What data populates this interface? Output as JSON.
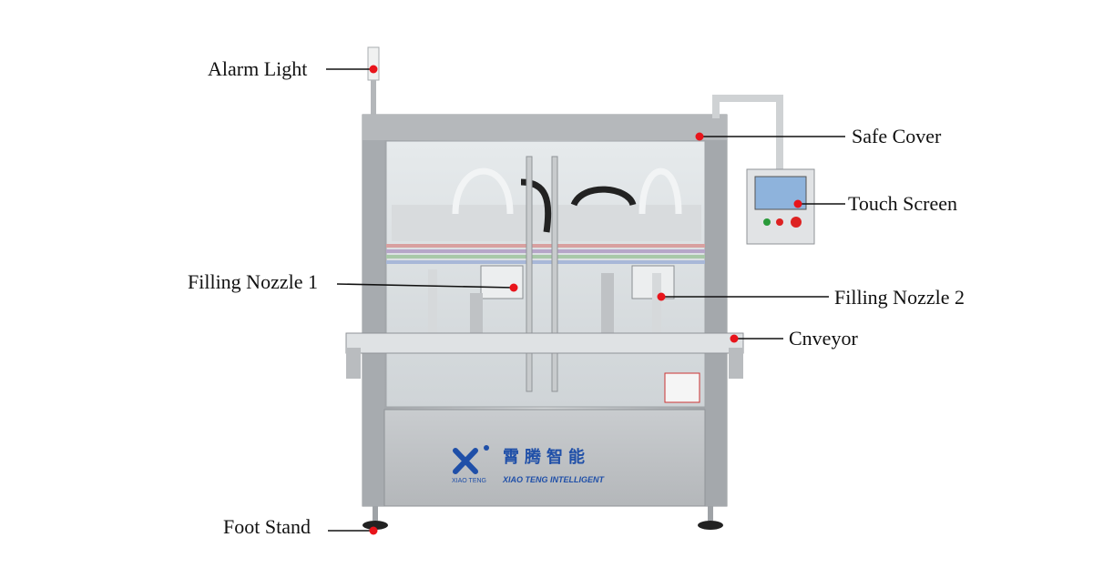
{
  "labels": {
    "alarm_light": "Alarm Light",
    "safe_cover": "Safe Cover",
    "touch_screen": "Touch Screen",
    "filling_nozzle_1": "Filling Nozzle 1",
    "filling_nozzle_2": "Filling Nozzle 2",
    "conveyor": "Cnveyor",
    "foot_stand": "Foot Stand"
  },
  "brand": {
    "name_cn": "霄腾智能",
    "name_small": "XIAO TENG",
    "name_en": "XIAO TENG INTELLIGENT"
  },
  "colors": {
    "marker": "#e8141b",
    "leader": "#111111",
    "steel": "#b9bcbf",
    "brand_blue": "#1f4fa8"
  }
}
